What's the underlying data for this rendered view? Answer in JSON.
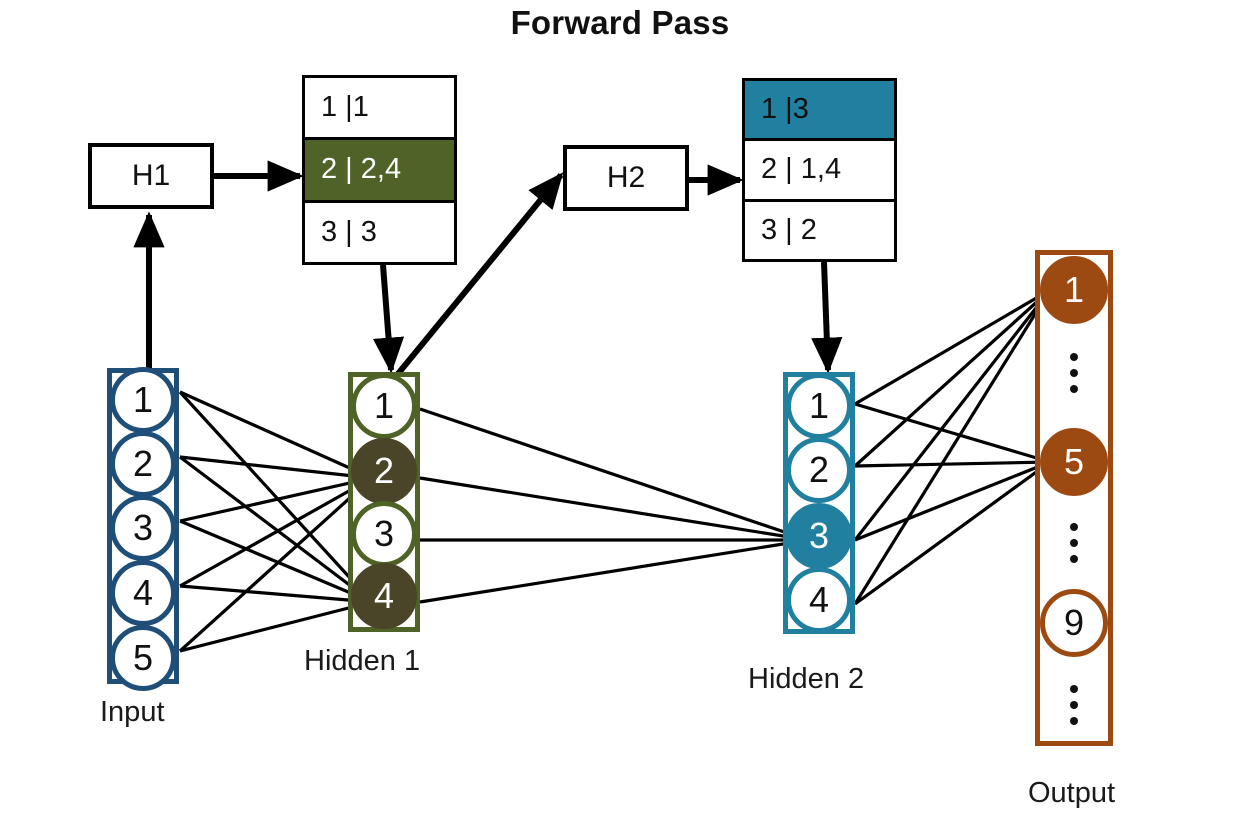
{
  "title": "Forward Pass",
  "colors": {
    "input": "#1f4e79",
    "hidden1": "#4f6228",
    "hidden1_fill": "#4a4429",
    "hidden2": "#2180a0",
    "output": "#9c4a12",
    "edge": "#000000",
    "box_border": "#000000",
    "highlight_olive": "#4f6228",
    "highlight_teal": "#2180a0"
  },
  "hash_boxes": [
    {
      "name": "h1",
      "label": "H1"
    },
    {
      "name": "h2",
      "label": "H2"
    }
  ],
  "tables": {
    "h1": {
      "name": "h1-table",
      "rows": [
        {
          "text": "1 |1",
          "highlight": "none"
        },
        {
          "text": "2 | 2,4",
          "highlight": "olive"
        },
        {
          "text": "3 | 3",
          "highlight": "none"
        }
      ]
    },
    "h2": {
      "name": "h2-table",
      "rows": [
        {
          "text": "1 |3",
          "highlight": "teal"
        },
        {
          "text": "2 | 1,4",
          "highlight": "none"
        },
        {
          "text": "3 | 2",
          "highlight": "none"
        }
      ]
    }
  },
  "layers": [
    {
      "key": "input",
      "label": "Input",
      "nodes": [
        {
          "text": "1",
          "active": false
        },
        {
          "text": "2",
          "active": false
        },
        {
          "text": "3",
          "active": false
        },
        {
          "text": "4",
          "active": false
        },
        {
          "text": "5",
          "active": false
        }
      ]
    },
    {
      "key": "hidden1",
      "label": "Hidden 1",
      "nodes": [
        {
          "text": "1",
          "active": false
        },
        {
          "text": "2",
          "active": true
        },
        {
          "text": "3",
          "active": false
        },
        {
          "text": "4",
          "active": true
        }
      ]
    },
    {
      "key": "hidden2",
      "label": "Hidden 2",
      "nodes": [
        {
          "text": "1",
          "active": false
        },
        {
          "text": "2",
          "active": false
        },
        {
          "text": "3",
          "active": true
        },
        {
          "text": "4",
          "active": false
        }
      ]
    },
    {
      "key": "output",
      "label": "Output",
      "nodes": [
        {
          "text": "1",
          "active": true
        },
        {
          "text": "⋮",
          "active": false,
          "ellipsis": true
        },
        {
          "text": "5",
          "active": true
        },
        {
          "text": "⋮",
          "active": false,
          "ellipsis": true
        },
        {
          "text": "9",
          "active": false
        },
        {
          "text": "⋮",
          "active": false,
          "ellipsis": true
        }
      ]
    }
  ],
  "connections": {
    "input_to_hidden1_targets": [
      "2",
      "4"
    ],
    "hidden1_to_hidden2_targets": [
      "3"
    ],
    "hidden2_to_output_targets": [
      "1",
      "5"
    ]
  }
}
